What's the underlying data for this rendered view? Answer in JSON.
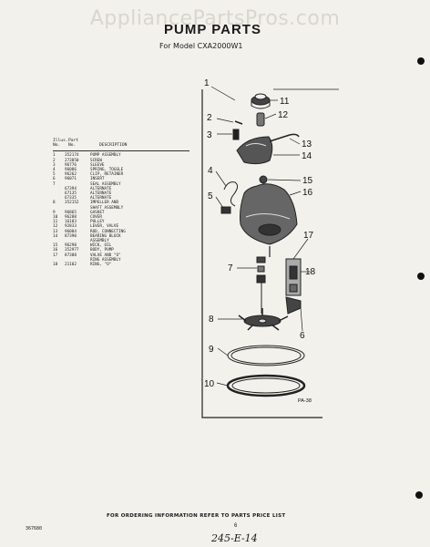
{
  "watermark": "AppliancePartsPros.com",
  "title": "PUMP PARTS",
  "subtitle": "For Model CXA2000W1",
  "table": {
    "headers": {
      "illus": "Illus.",
      "no1": "No.",
      "part": "Part",
      "no2": "No.",
      "desc": "DESCRIPTION"
    },
    "rows": [
      {
        "illus": "1",
        "part": "352174",
        "desc": "PUMP ASSEMBLY"
      },
      {
        "illus": "2",
        "part": "273050",
        "desc": "SCREW"
      },
      {
        "illus": "3",
        "part": "96776",
        "desc": "SLEEVE"
      },
      {
        "illus": "4",
        "part": "96086",
        "desc": "SPRING, TOGGLE"
      },
      {
        "illus": "5",
        "part": "96262",
        "desc": "CLIP, RETAINER"
      },
      {
        "illus": "6",
        "part": "96071",
        "desc": "INSERT"
      },
      {
        "illus": "7",
        "part": "",
        "desc": "SEAL ASSEMBLY"
      },
      {
        "illus": "",
        "part": "67394",
        "desc": "ALTERNATE"
      },
      {
        "illus": "",
        "part": "67135",
        "desc": "ALTERNATE"
      },
      {
        "illus": "",
        "part": "67335",
        "desc": "ALTERNATE"
      },
      {
        "illus": "8",
        "part": "352152",
        "desc": "IMPELLER AND"
      },
      {
        "illus": "",
        "part": "",
        "desc": "SHAFT ASSEMBLY"
      },
      {
        "illus": "9",
        "part": "96865",
        "desc": "GASKET"
      },
      {
        "illus": "10",
        "part": "96288",
        "desc": "COVER"
      },
      {
        "illus": "11",
        "part": "16183",
        "desc": "PULLEY"
      },
      {
        "illus": "12",
        "part": "92833",
        "desc": "LEVER, VALVE"
      },
      {
        "illus": "13",
        "part": "96084",
        "desc": "ROD, CONNECTING"
      },
      {
        "illus": "14",
        "part": "87390",
        "desc": "BEARING BLOCK"
      },
      {
        "illus": "",
        "part": "",
        "desc": "ASSEMBLY"
      },
      {
        "illus": "15",
        "part": "96298",
        "desc": "WICK, OIL"
      },
      {
        "illus": "16",
        "part": "352977",
        "desc": "BODY, PUMP"
      },
      {
        "illus": "17",
        "part": "87388",
        "desc": "VALVE AND \"O\""
      },
      {
        "illus": "",
        "part": "",
        "desc": "RING ASSEMBLY"
      },
      {
        "illus": "18",
        "part": "21102",
        "desc": "RING, \"O\""
      }
    ]
  },
  "callouts": [
    "1",
    "2",
    "3",
    "4",
    "5",
    "6",
    "7",
    "8",
    "9",
    "10",
    "11",
    "12",
    "13",
    "14",
    "15",
    "16",
    "17",
    "18"
  ],
  "diagram_code": "PA-38",
  "footer": "FOR ORDERING INFORMATION REFER TO PARTS PRICE LIST",
  "code": "367680",
  "page_number": "6",
  "handwritten": "245-E-14"
}
